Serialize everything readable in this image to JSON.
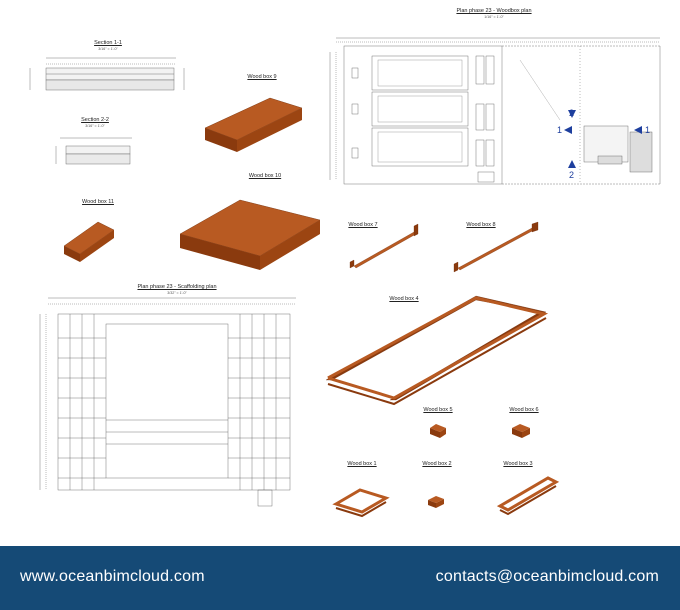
{
  "labels": {
    "section11": "Section 1-1",
    "section11_scale": "3/16\" = 1'-0\"",
    "section22": "Section 2-2",
    "section22_scale": "3/16\" = 1'-0\"",
    "woodbox9": "Wood box 9",
    "woodbox10": "Wood box 10",
    "woodbox11": "Wood box 11",
    "woodbox7": "Wood box 7",
    "woodbox8": "Wood box 8",
    "woodbox4": "Wood box 4",
    "woodbox5": "Wood box 5",
    "woodbox6": "Wood box 6",
    "woodbox1": "Wood box 1",
    "woodbox2": "Wood box 2",
    "woodbox3": "Wood box 3",
    "plan_woodbox": "Plan phase 23 - Woodbox plan",
    "plan_woodbox_scale": "1/16\" = 1'-0\"",
    "plan_scaffold": "Plan phase 23 - Scaffolding plan",
    "plan_scaffold_scale": "3/32\" = 1'-0\""
  },
  "markers": {
    "m1a": "1",
    "m1b": "1",
    "m2a": "2",
    "m2b": "2"
  },
  "colors": {
    "wood_top": "#b85a22",
    "wood_side": "#8a3a0e",
    "wood_edge": "#6e2c08",
    "footer_bg": "#154a76",
    "marker_blue": "#1e3f9e"
  },
  "footer": {
    "website": "www.oceanbimcloud.com",
    "email": "contacts@oceanbimcloud.com"
  }
}
